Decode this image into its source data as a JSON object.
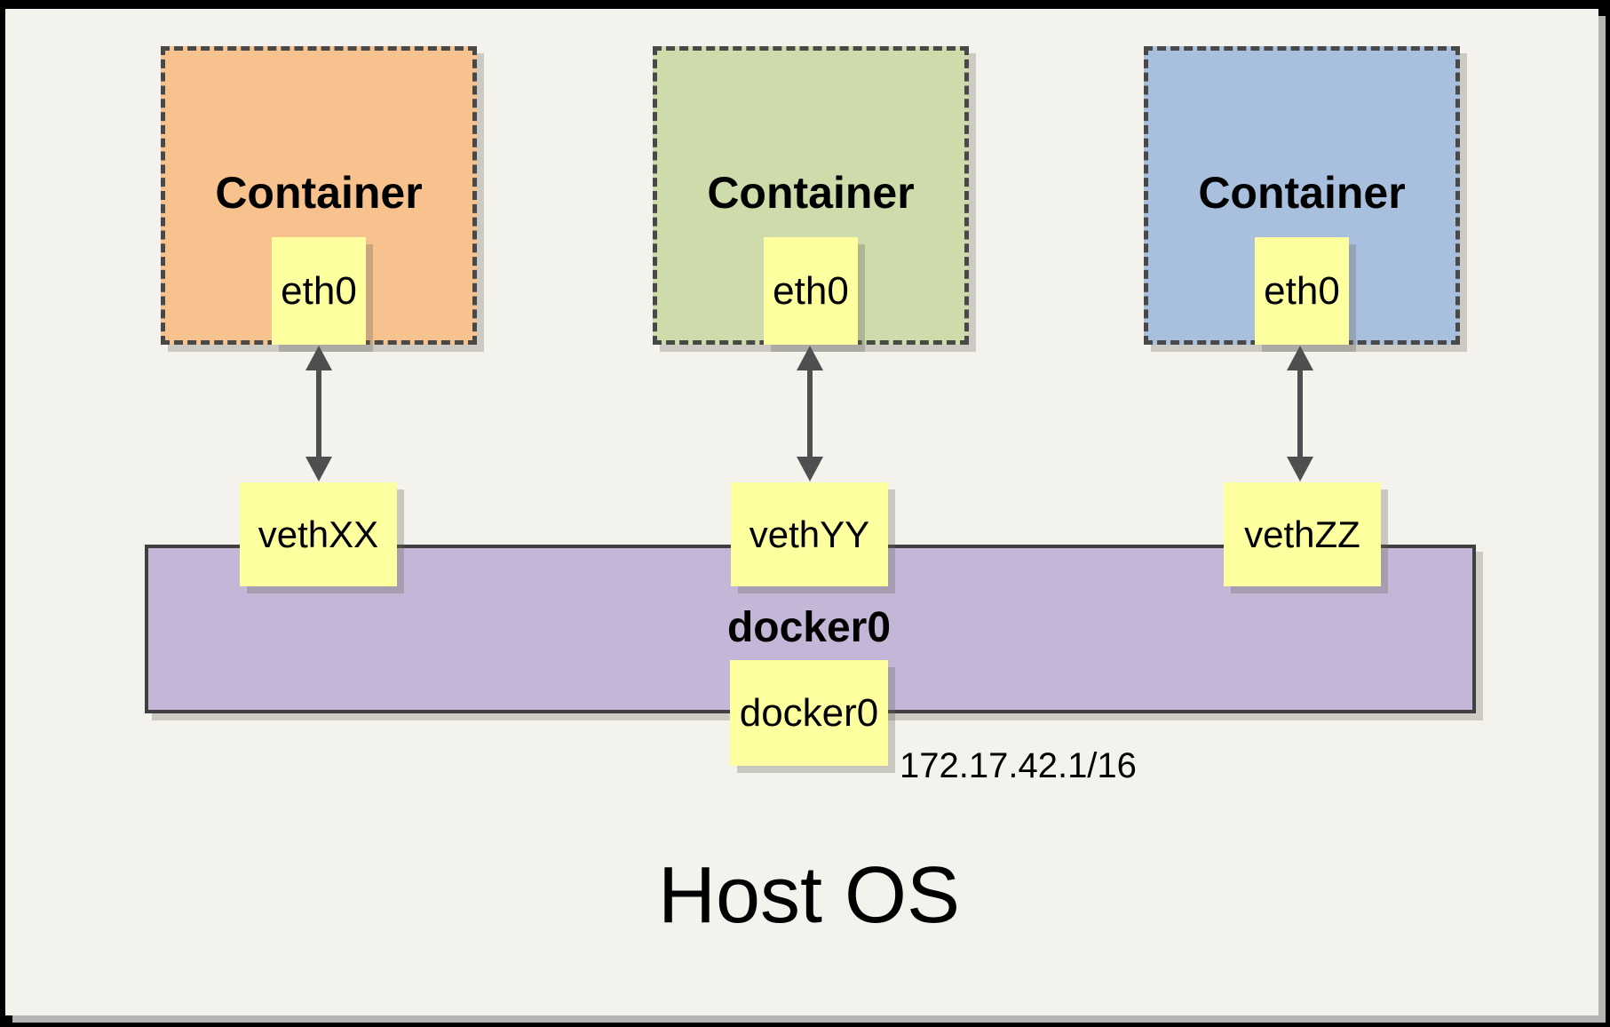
{
  "diagram": {
    "title_context": "Docker default bridge networking",
    "containers": [
      {
        "label": "Container",
        "interface": "eth0",
        "veth": "vethXX"
      },
      {
        "label": "Container",
        "interface": "eth0",
        "veth": "vethYY"
      },
      {
        "label": "Container",
        "interface": "eth0",
        "veth": "vethZZ"
      }
    ],
    "bridge": {
      "label": "docker0",
      "interface": "docker0",
      "ip": "172.17.42.1/16"
    },
    "host_label": "Host OS",
    "colors": {
      "background": "#f4f2ec",
      "frame": "#000000",
      "container_orange": "#f7c28e",
      "container_green": "#cedbaa",
      "container_blue": "#a9bfde",
      "interface_yellow": "#feff9f",
      "bridge_purple": "#c4b6d6",
      "dashed_border": "#484848",
      "arrow_gray": "#4f4f4f"
    }
  }
}
